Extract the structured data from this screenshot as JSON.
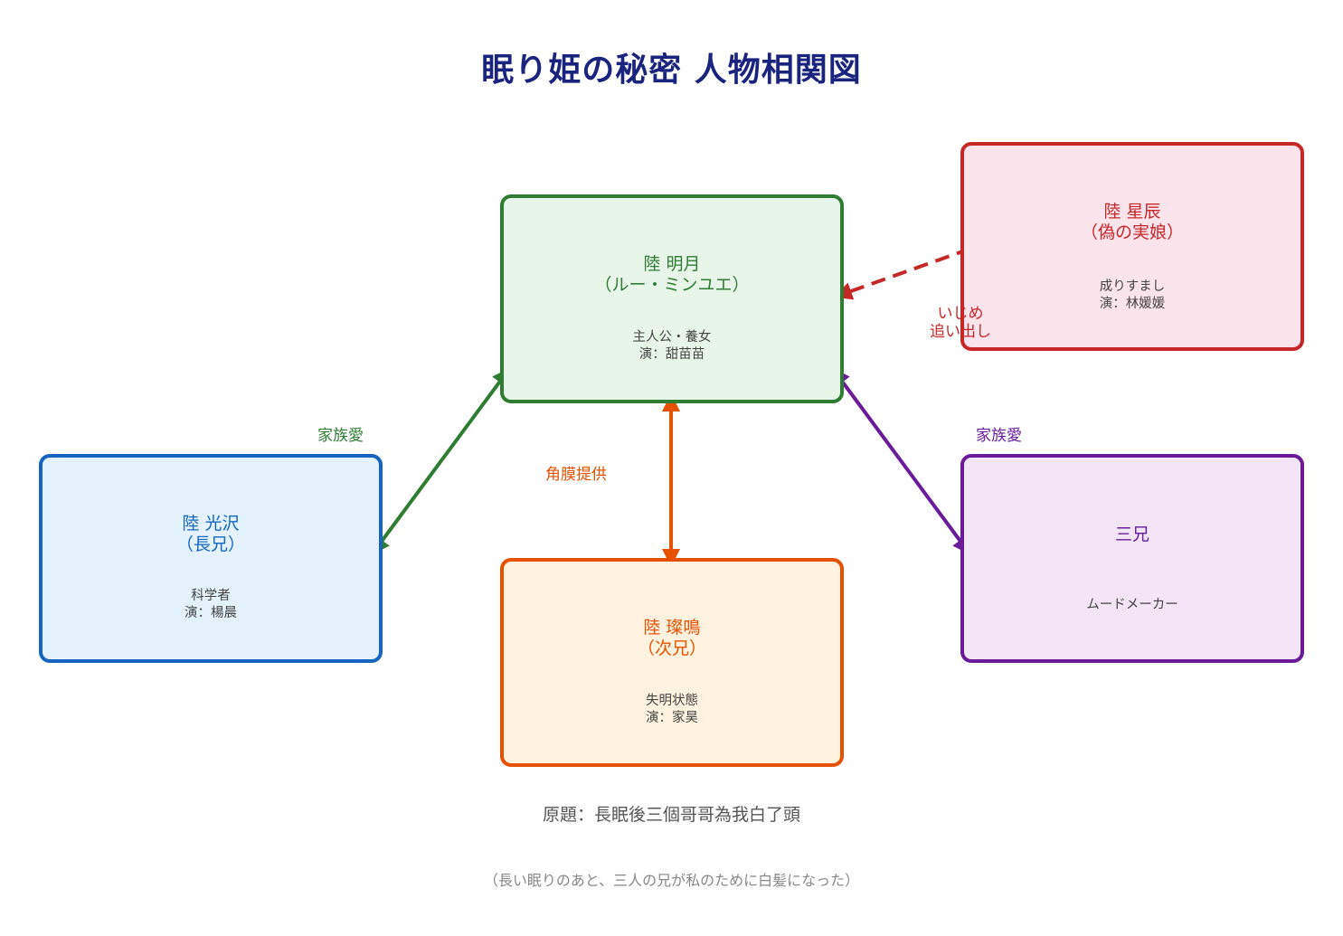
{
  "title": "眠り姫の秘密  人物相関図",
  "colors": {
    "title": "#1a237e",
    "green": "#2e7d32",
    "red": "#c62828",
    "blue": "#1565c0",
    "orange": "#e65100",
    "purple": "#6a1b9a",
    "desc_text": "#444444",
    "footer_main": "#555555",
    "footer_sub": "#888888"
  },
  "nodes": {
    "mingyue": {
      "name_line1": "陸 明月",
      "name_line2": "（ルー・ミンユエ）",
      "desc_line1": "主人公・養女",
      "desc_line2": "演：甜苗苗",
      "border": "#2e7d32",
      "fill": "#e8f5e9"
    },
    "xingchen": {
      "name_line1": "陸 星辰",
      "name_line2": "（偽の実娘）",
      "desc_line1": "成りすまし",
      "desc_line2": "演：林媛媛",
      "border": "#c62828",
      "fill": "#fce4ec"
    },
    "guangze": {
      "name_line1": "陸 光沢",
      "name_line2": "（長兄）",
      "desc_line1": "科学者",
      "desc_line2": "演：楊晨",
      "border": "#1565c0",
      "fill": "#e3f2fd"
    },
    "canming": {
      "name_line1": "陸 璨鳴",
      "name_line2": "（次兄）",
      "desc_line1": "失明状態",
      "desc_line2": "演：家昊",
      "border": "#e65100",
      "fill": "#fff3e0"
    },
    "sanxiong": {
      "name_line1": "三兄",
      "desc_line1": "ムードメーカー",
      "border": "#6a1b9a",
      "fill": "#f3e5f5"
    }
  },
  "edges": {
    "bully_line1": "いじめ",
    "bully_line2": "追い出し",
    "family_left": "家族愛",
    "family_right": "家族愛",
    "cornea": "角膜提供"
  },
  "footer": {
    "original_title": "原題：長眠後三個哥哥為我白了頭",
    "translation": "（長い眠りのあと、三人の兄が私のために白髪になった）"
  }
}
